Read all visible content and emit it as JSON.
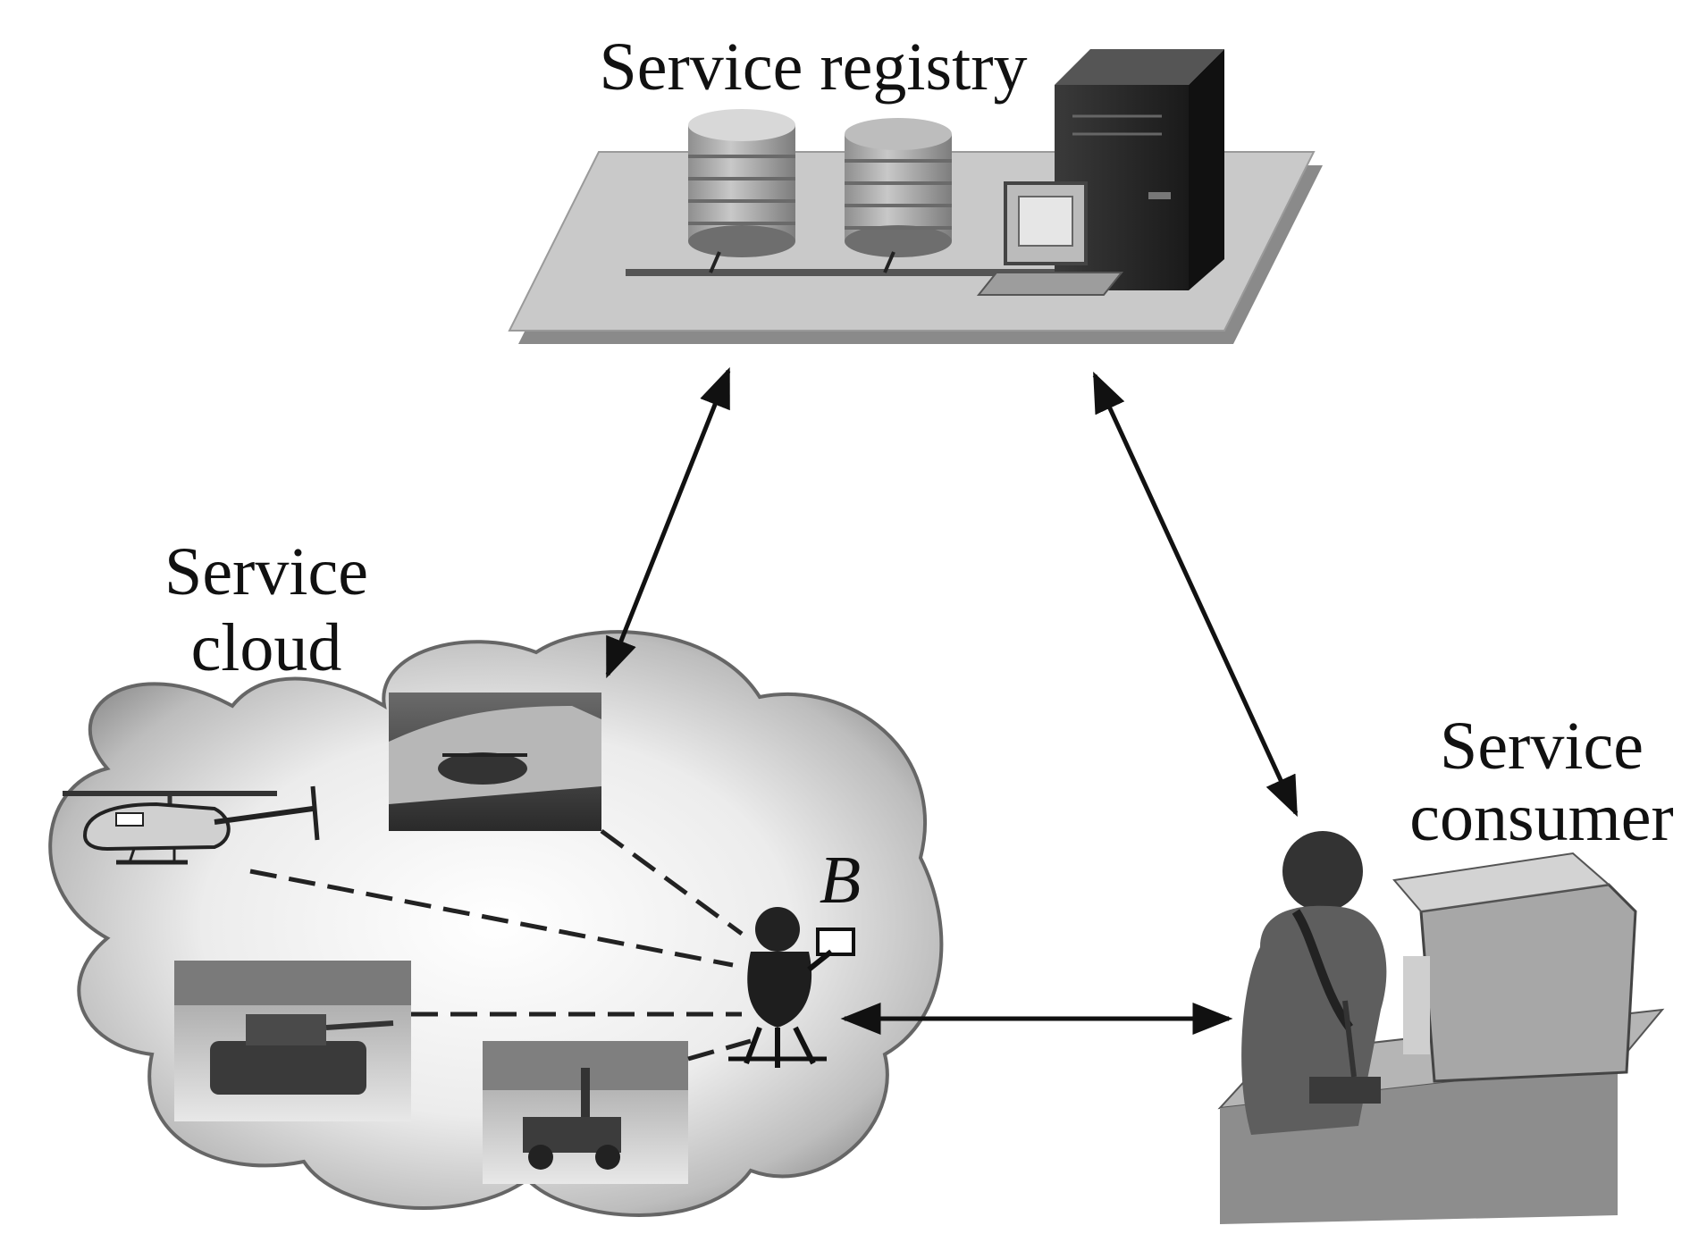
{
  "labels": {
    "registry": "Service registry",
    "cloud_line1": "Service",
    "cloud_line2": "cloud",
    "consumer_line1": "Service",
    "consumer_line2": "consumer",
    "broker": "B"
  },
  "colors": {
    "ink": "#111111",
    "platform": "#c9c9c9",
    "platform_edge": "#8a8a8a",
    "cloud_fill": "#d0d0d0",
    "cloud_edge": "#555555"
  }
}
